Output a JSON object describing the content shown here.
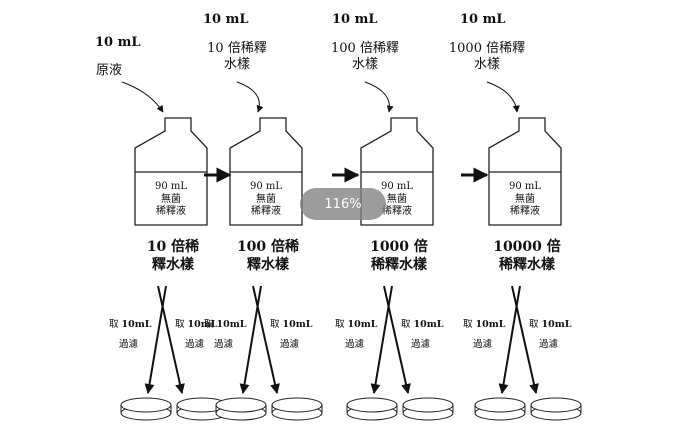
{
  "stock": {
    "volume": "10 mL",
    "label": "原液"
  },
  "steps": [
    {
      "volume": "10 mL",
      "source": "10 倍稀釋\n水樣",
      "bottle": "90 mL\n無菌\n稀釋液",
      "result": "10 倍稀\n釋水樣"
    },
    {
      "volume": "10 mL",
      "source": "100 倍稀釋\n水樣",
      "bottle": "90 mL\n無菌\n稀釋液",
      "result": "100 倍稀\n釋水樣"
    },
    {
      "volume": "10 mL",
      "source": "1000 倍稀釋\n水樣",
      "bottle": "90 mL\n無菌\n稀釋液",
      "result": "1000 倍\n稀釋水樣"
    },
    {
      "volume": "",
      "source": "",
      "bottle": "90 mL\n無菌\n稀釋液",
      "result": "10000 倍\n稀釋水樣"
    }
  ],
  "sampling": {
    "take_prefix": "取",
    "take_volume": "10mL",
    "filter": "過濾"
  },
  "zoom_badge": "116%"
}
